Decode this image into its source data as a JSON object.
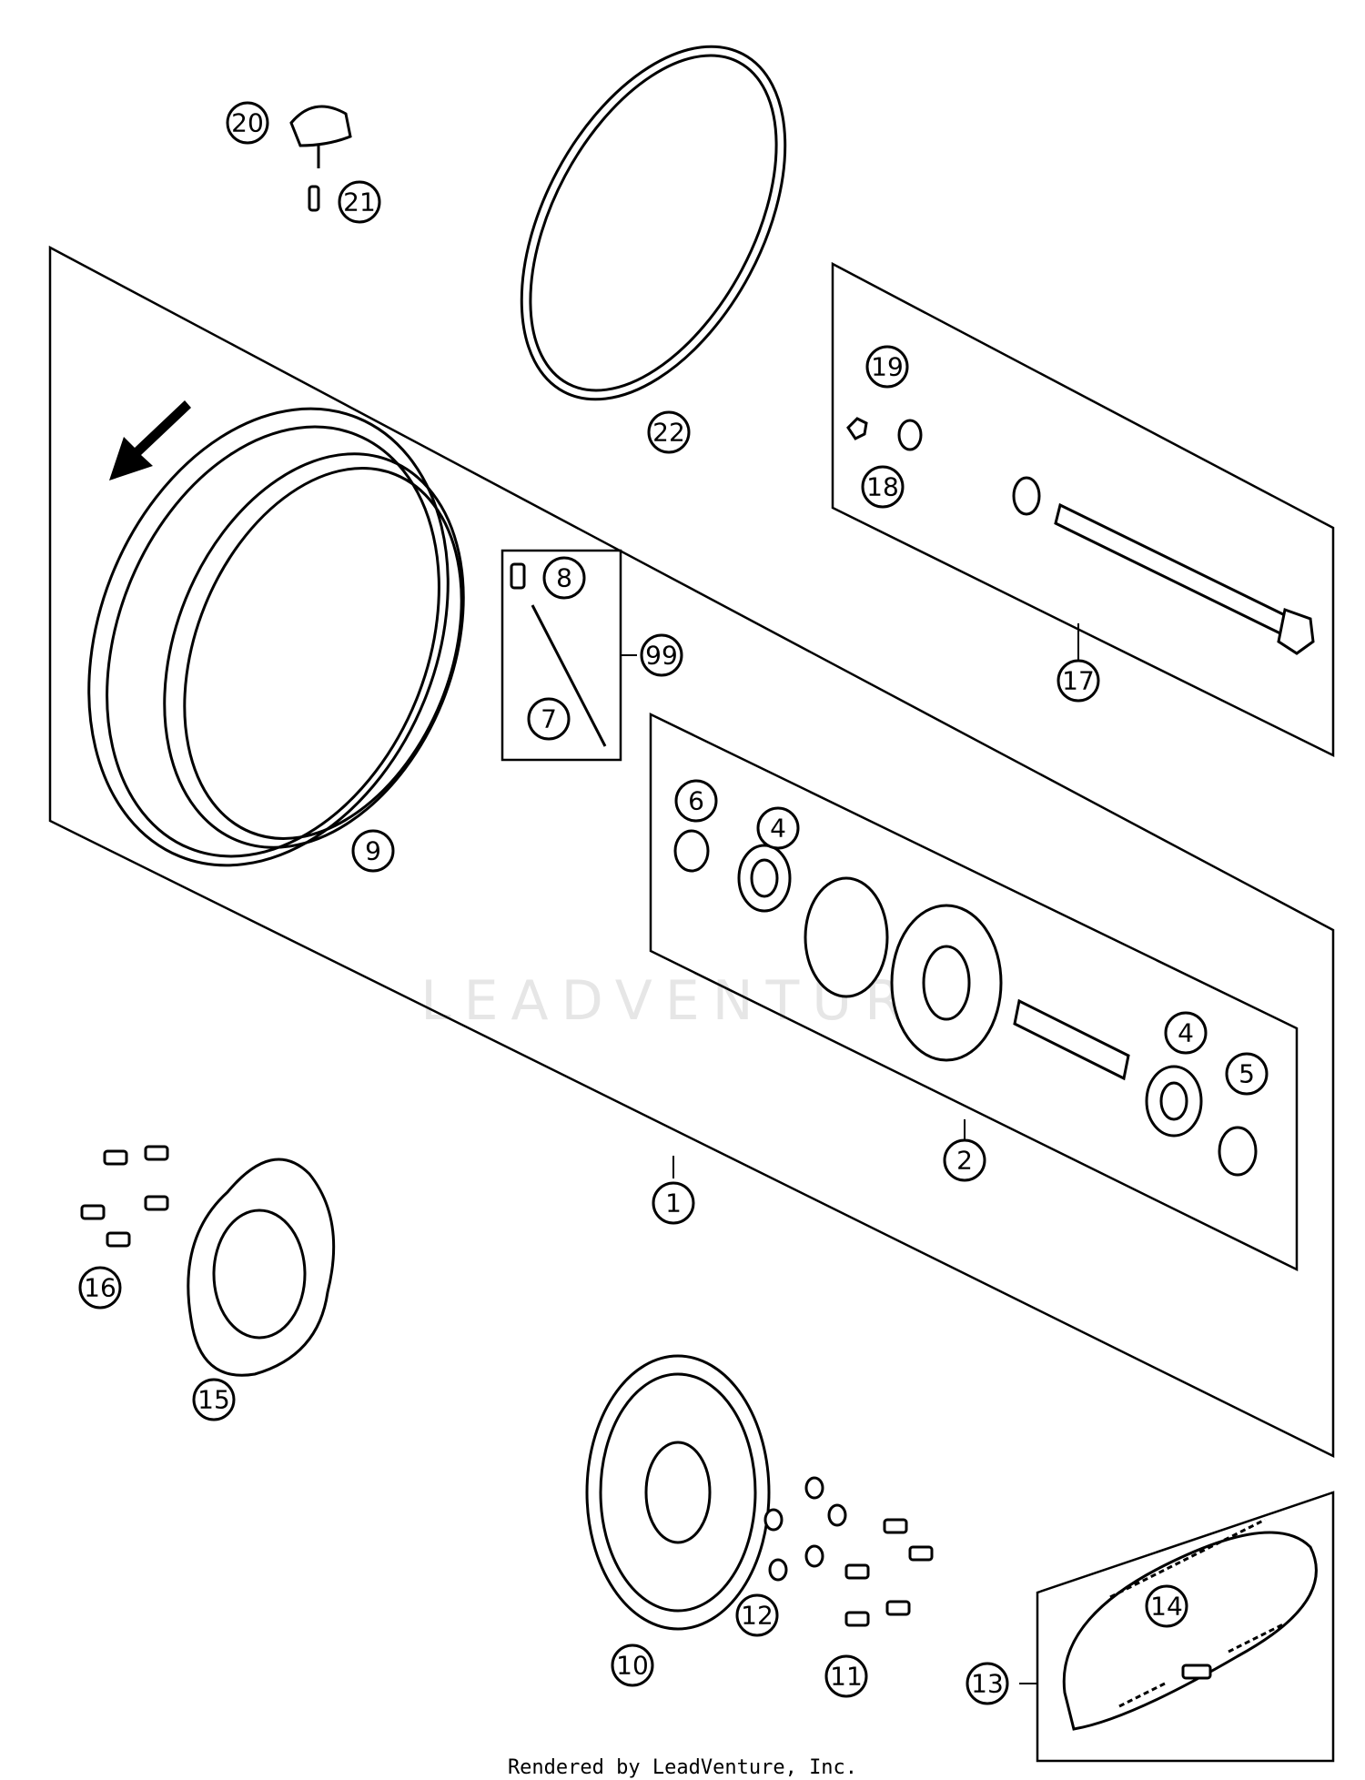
{
  "diagram": {
    "watermark": "LEADVENTURE",
    "footer": "Rendered by LeadVenture, Inc.",
    "callouts": {
      "c1": "1",
      "c2": "2",
      "c4a": "4",
      "c4b": "4",
      "c5": "5",
      "c6": "6",
      "c7": "7",
      "c8": "8",
      "c9": "9",
      "c10": "10",
      "c11": "11",
      "c12": "12",
      "c13": "13",
      "c14": "14",
      "c15": "15",
      "c16": "16",
      "c17": "17",
      "c18": "18",
      "c19": "19",
      "c20": "20",
      "c21": "21",
      "c22": "22",
      "c99": "99"
    }
  }
}
